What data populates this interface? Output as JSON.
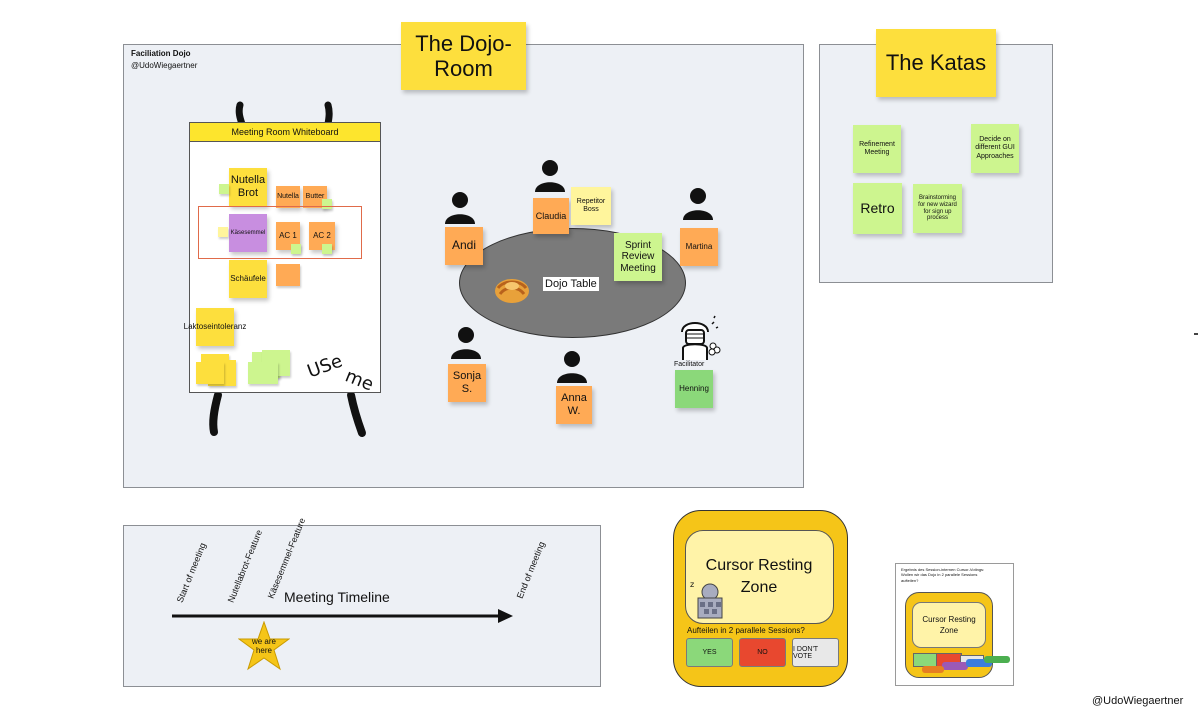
{
  "dojo_room": {
    "board_title": "Faciliation Dojo",
    "board_author": "@UdoWiegaertner",
    "heading": "The Dojo-Room",
    "whiteboard_title": "Meeting Room Whiteboard",
    "notes": {
      "nutella_brot": "Nutella Brot",
      "nutella": "Nutella",
      "butter": "Butter",
      "kasesemmel": "Käsesemmel",
      "ac1": "AC 1",
      "ac2": "AC 2",
      "schaufele": "Schäufele",
      "laktose": "Laktoseintoleranz"
    },
    "use_me_1": "USe",
    "use_me_2": "me",
    "table_label": "Dojo Table",
    "participants": {
      "andi": "Andi",
      "claudia": "Claudia",
      "martina": "Martina",
      "sonja": "Sonja S.",
      "anna": "Anna W.",
      "henning": "Henning",
      "repetitor_boss": "Repetitor Boss",
      "sprint_review": "Sprint Review Meeting",
      "facilitator": "Facilitator"
    }
  },
  "katas": {
    "heading": "The Katas",
    "refinement": "Refinement Meeting",
    "decide": "Decide on different GUI Approaches",
    "retro": "Retro",
    "brainstorming": "Brainstorming for new wizard for sign up process"
  },
  "timeline": {
    "title": "Meeting Timeline",
    "start": "Start of meeting",
    "nutellabrot_feature": "Nutellabrot-Feature",
    "kasesemmel_feature": "Käsesemmel-Feature",
    "end": "End of meeting",
    "we_are_here": "we are here"
  },
  "cursor_zone": {
    "title": "Cursor Resting Zone",
    "question": "Aufteilen in 2 parallele Sessions?",
    "yes": "YES",
    "no": "NO",
    "dont_vote": "I DON'T VOTE"
  },
  "result_card": {
    "caption": "Ergebnis des Session-internen Cursor-Votings: Wollen wir das Dojo in 2 parallele Sessions aufteilen?",
    "mini_title": "Cursor Resting Zone"
  },
  "footer_handle": "@UdoWiegaertner",
  "colors": {
    "frame_bg": "#edf0f5",
    "sticky_yellow": "#fddf3d",
    "sticky_orange": "#ffaa55",
    "sticky_green": "#cdf58f",
    "zone_yellow": "#f5c518",
    "vote_yes": "#8bd87a",
    "vote_no": "#e8482f"
  },
  "icons": [
    "person-icon",
    "croissant-icon",
    "beekeeper-icon",
    "sleeping-cursor-icon",
    "star-icon",
    "arrow-icon"
  ]
}
